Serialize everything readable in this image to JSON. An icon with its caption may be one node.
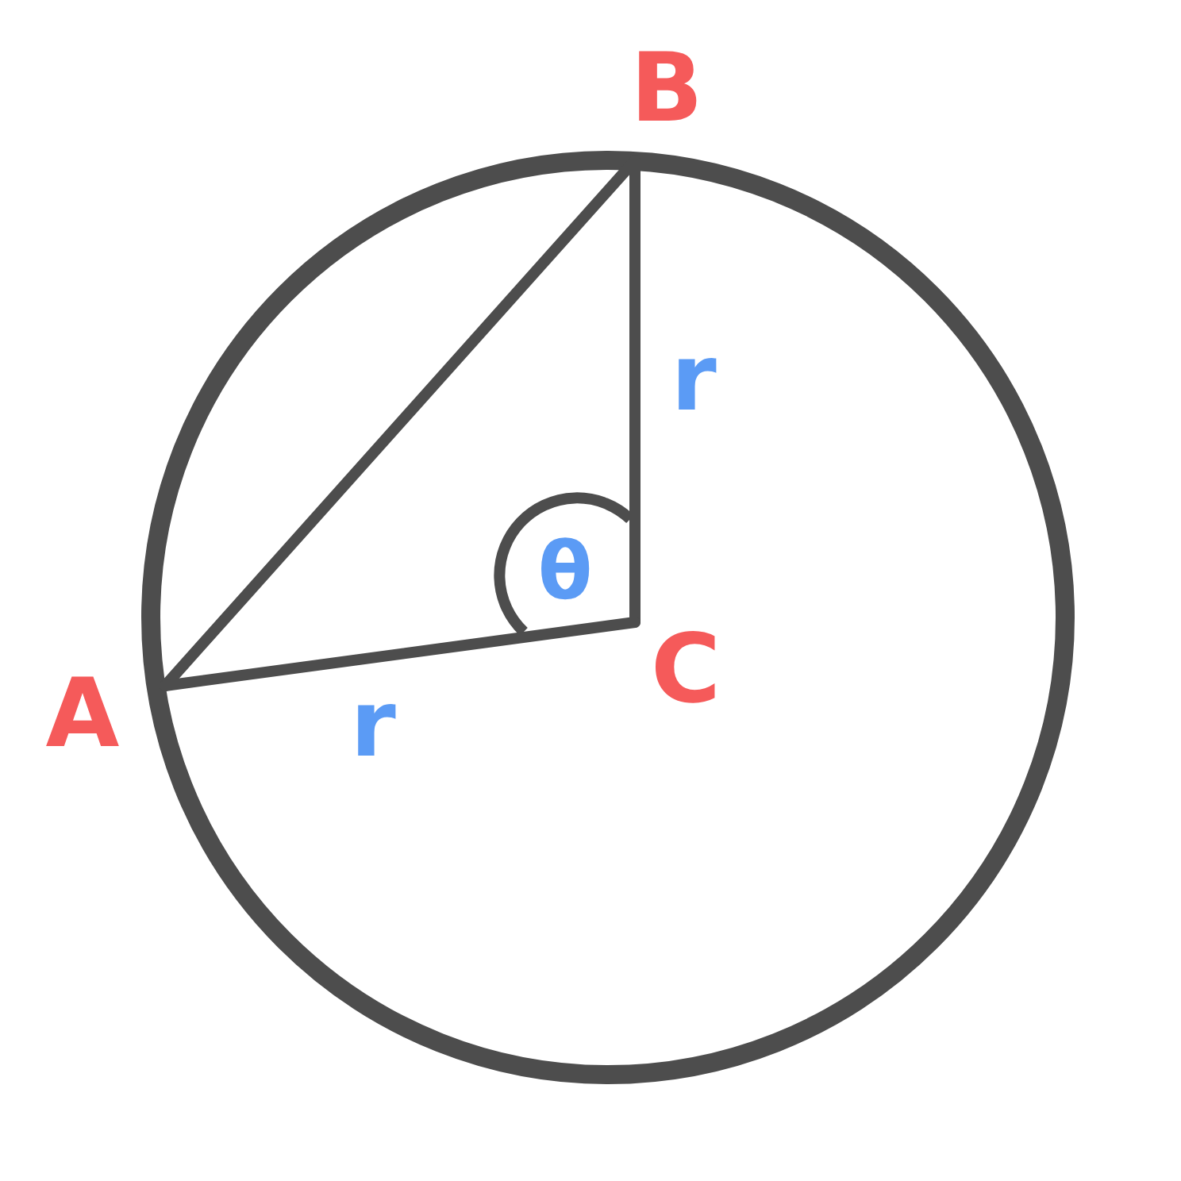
{
  "diagram": {
    "nodes": [
      {
        "text": [
          "B"
        ]
      },
      {
        "text": [
          "A"
        ]
      },
      {
        "text": [
          "C"
        ]
      }
    ],
    "edges": [
      {
        "from": 1,
        "to": 0,
        "arrow": "none"
      },
      {
        "from": 0,
        "to": 2,
        "arrow": "none",
        "label": "r"
      },
      {
        "from": 2,
        "to": 1,
        "arrow": "none",
        "label": "r"
      }
    ],
    "labels": [
      "θ"
    ]
  }
}
